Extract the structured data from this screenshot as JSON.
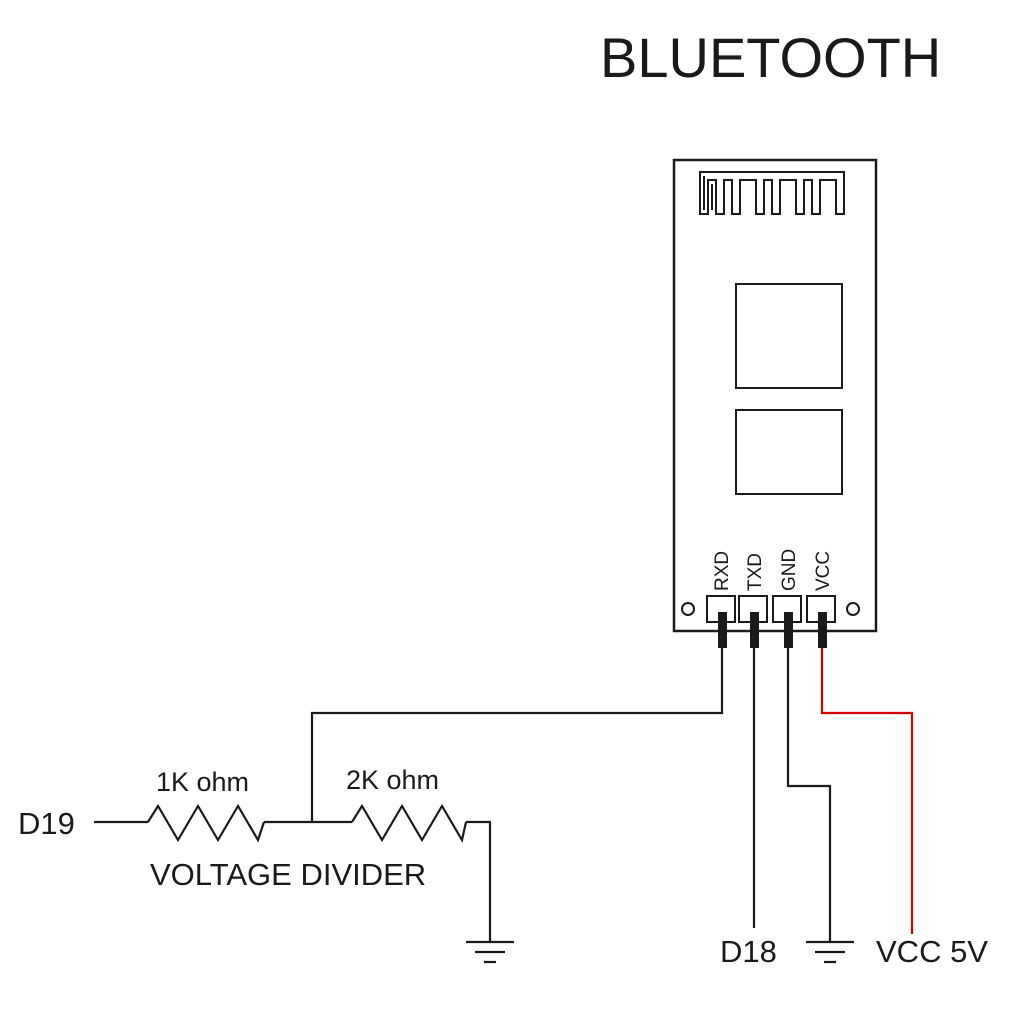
{
  "title": "BLUETOOTH",
  "module": {
    "pins": [
      {
        "label": "RXD"
      },
      {
        "label": "TXD"
      },
      {
        "label": "GND"
      },
      {
        "label": "VCC"
      }
    ]
  },
  "resistors": [
    {
      "label": "1K ohm"
    },
    {
      "label": "2K ohm"
    }
  ],
  "divider_label": "VOLTAGE DIVIDER",
  "nets": {
    "input": "D19",
    "txd_net": "D18",
    "vcc_net": "VCC 5V"
  },
  "colors": {
    "wire": "#1a1a1a",
    "vcc_wire": "#d40000"
  }
}
